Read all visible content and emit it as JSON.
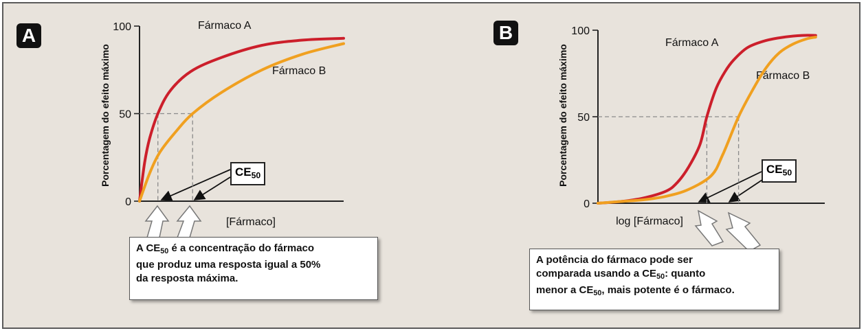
{
  "panels": [
    {
      "badge": "A",
      "ylabel": "Porcentagem do efeito máximo",
      "xlabel": "[Fármaco]",
      "series_a_label": "Fármaco A",
      "series_b_label": "Fármaco B",
      "ce_label": "CE",
      "ce_sub": "50",
      "note": [
        {
          "pre": "A CE",
          "sub": "50",
          "post": " é a concentração do fármaco"
        },
        {
          "pre": "que produz uma resposta igual a 50%",
          "sub": "",
          "post": ""
        },
        {
          "pre": "da resposta máxima.",
          "sub": "",
          "post": ""
        }
      ]
    },
    {
      "badge": "B",
      "ylabel": "Porcentagem do efeito máximo",
      "xlabel": "log [Fármaco]",
      "series_a_label": "Fármaco A",
      "series_b_label": "Fármaco B",
      "ce_label": "CE",
      "ce_sub": "50",
      "note": [
        {
          "pre": "A potência do fármaco pode ser",
          "sub": "",
          "post": ""
        },
        {
          "pre": "comparada usando a CE",
          "sub": "50",
          "post": ": quanto"
        },
        {
          "pre": "menor a CE",
          "sub": "50",
          "post": ", mais potente é o fármaco."
        }
      ]
    }
  ],
  "chart_data": [
    {
      "type": "line",
      "panel": "A",
      "xlabel": "[Fármaco]",
      "ylabel": "Porcentagem do efeito máximo",
      "yticks": [
        0,
        50,
        100
      ],
      "ylim": [
        0,
        100
      ],
      "xlim": [
        0,
        10
      ],
      "grid": false,
      "legend": "inline labels",
      "ec50_markers": true,
      "series": [
        {
          "name": "Fármaco A",
          "color": "#cc1f2b",
          "ec50": 0.9,
          "x": [
            0,
            0.25,
            0.5,
            0.9,
            1.5,
            2.5,
            4,
            6,
            8,
            10
          ],
          "y": [
            0,
            22,
            36,
            50,
            63,
            74,
            82,
            89,
            92,
            93
          ]
        },
        {
          "name": "Fármaco B",
          "color": "#f0a020",
          "ec50": 2.6,
          "x": [
            0,
            0.5,
            1,
            1.8,
            2.6,
            4,
            6,
            8,
            10
          ],
          "y": [
            0,
            16,
            28,
            40,
            50,
            62,
            75,
            84,
            90
          ]
        }
      ]
    },
    {
      "type": "line",
      "panel": "B",
      "xlabel": "log [Fármaco]",
      "ylabel": "Porcentagem do efeito máximo",
      "yticks": [
        0,
        50,
        100
      ],
      "ylim": [
        0,
        100
      ],
      "xlim": [
        0,
        10
      ],
      "grid": false,
      "legend": "inline labels",
      "ec50_markers": true,
      "series": [
        {
          "name": "Fármaco A",
          "color": "#cc1f2b",
          "ec50": 4.8,
          "x": [
            0,
            1,
            2,
            3,
            3.5,
            4,
            4.5,
            4.8,
            5.2,
            5.6,
            6,
            6.6,
            7.4,
            8.2,
            9,
            9.6
          ],
          "y": [
            0,
            1,
            3,
            7,
            12,
            21,
            34,
            50,
            66,
            76,
            83,
            90,
            94,
            96,
            97,
            97
          ]
        },
        {
          "name": "Fármaco B",
          "color": "#f0a020",
          "ec50": 6.2,
          "x": [
            0,
            1,
            2,
            3,
            4,
            5,
            5.5,
            6.2,
            6.8,
            7.4,
            8,
            8.6,
            9.2,
            9.6
          ],
          "y": [
            0,
            1,
            2,
            4,
            8,
            16,
            28,
            50,
            65,
            78,
            87,
            92,
            95,
            96
          ]
        }
      ]
    }
  ]
}
